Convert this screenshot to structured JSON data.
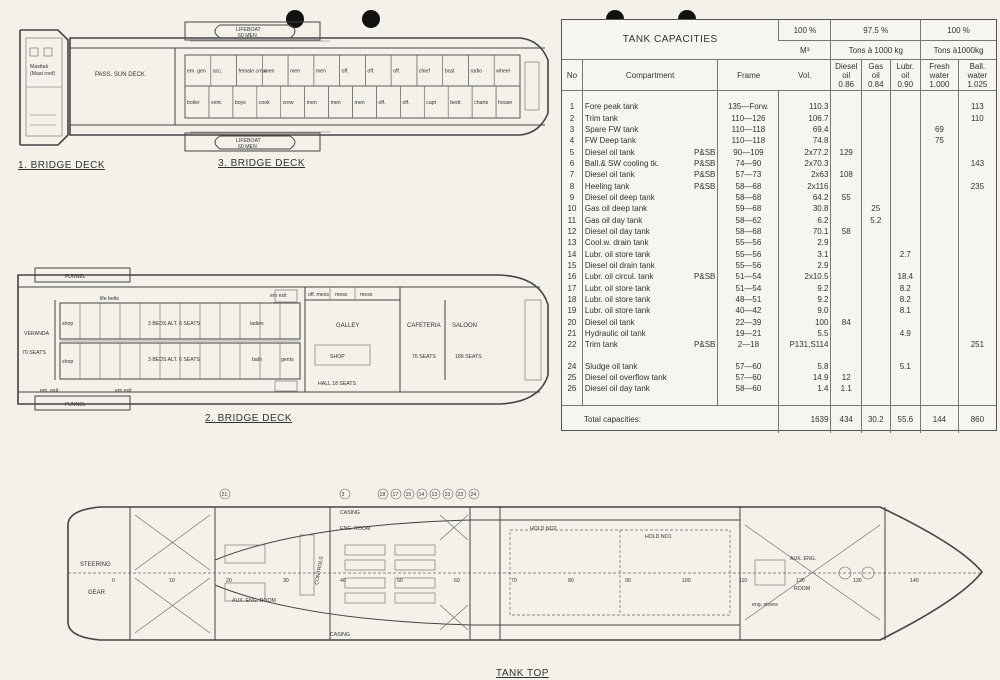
{
  "captions": {
    "bridge1": "1. BRIDGE DECK",
    "bridge3": "3. BRIDGE DECK",
    "bridge2": "2. BRIDGE DECK",
    "tanktop": "TANK TOP"
  },
  "deck3": {
    "lifeboat_top": "LIFEBOAT",
    "lifeboat_top_men": "60 MEN",
    "lifeboat_bot": "LIFEBOAT",
    "lifeboat_bot_men": "60 MEN",
    "sun_deck": "PASS. SUN DECK",
    "rooms_top": [
      "em. gen",
      "acc.",
      "female crew",
      "men",
      "men",
      "men",
      "off.",
      "off.",
      "off.",
      "chief",
      "bost",
      "radio",
      "wheel"
    ],
    "rooms_bot": [
      "boiler",
      "vent.",
      "boys",
      "cook",
      "crew",
      "men",
      "men",
      "men",
      "off.",
      "off.",
      "capt",
      "bedr.",
      "charts",
      "house"
    ],
    "deck1_text": [
      "Masttak",
      "(Mast roof)"
    ]
  },
  "deck2": {
    "funnel_top": "FUNNEL",
    "funnel_bot": "FUNNEL",
    "life_belts": "life belts",
    "em_exit_top": "em exit",
    "em_exit_bot1": "em. exit",
    "em_exit_bot2": "em exit",
    "veranda": "VERANDA",
    "seats70": "70 SEATS",
    "shop_top": "shop",
    "shop_bot": "shop",
    "beds_top": "3 BEDS ALT. 6 SEATS",
    "beds_bot": "3 BEDS ALT. 6 SEATS",
    "ladies": "ladies",
    "bath": "bath",
    "gents": "gents",
    "mess1": "off. mess",
    "mess2": "mess",
    "mess3": "mess",
    "galley": "GALLEY",
    "shop_mid": "SHOP",
    "hall": "HALL 18 SEATS",
    "cafeteria": "CAFETERIA",
    "seats76": "76 SEATS",
    "saloon": "SALOON",
    "seats189": "189 SEATS"
  },
  "tanktop": {
    "steering": "STEERING",
    "gear": "GEAR",
    "aux_eng_room": "AUX. ENG. ROOM",
    "casing_top": "CASING",
    "casing_bot": "CASING",
    "eng_room": "ENG. ROOM",
    "controls": "CONTROLS",
    "hold2": "HOLD NO2",
    "hold1": "HOLD NO1",
    "aux_eng": "AUX. ENG.",
    "room": "ROOM",
    "eng_stores": "eng. stores",
    "callouts_top": [
      "21",
      "3",
      "18",
      "17",
      "15",
      "14",
      "13",
      "23",
      "23",
      "24"
    ],
    "frame_marks": [
      "0",
      "10",
      "20",
      "30",
      "40",
      "50",
      "60",
      "70",
      "80",
      "90",
      "100",
      "110",
      "120",
      "130",
      "140"
    ]
  },
  "table": {
    "title": "TANK CAPACITIES",
    "h_pct_100a": "100 %",
    "h_pct_975": "97.5 %",
    "h_pct_100b": "100 %",
    "h_m3": "M³",
    "h_tons1": "Tons à 1000 kg",
    "h_tons2": "Tons à1000kg",
    "h_vol": "Vol.",
    "h_diesel": [
      "Diesel",
      "oil",
      "0.86"
    ],
    "h_gas": [
      "Gas",
      "oil",
      "0.84"
    ],
    "h_lubr": [
      "Lubr.",
      "oil",
      "0.90"
    ],
    "h_fresh": [
      "Fresh",
      "water",
      "1.000"
    ],
    "h_ball": [
      "Ball.",
      "water",
      "1.025"
    ],
    "h_no": "No",
    "h_comp": "Compartment",
    "h_frame": "Frame",
    "rows": [
      {
        "no": "1",
        "comp": "Fore peak tank",
        "side": "",
        "frame": "135—Forw.",
        "vol": "110.3",
        "diesel": "",
        "gas": "",
        "lubr": "",
        "fresh": "",
        "ball": "113"
      },
      {
        "no": "2",
        "comp": "Trim tank",
        "side": "",
        "frame": "110—126",
        "vol": "106.7",
        "diesel": "",
        "gas": "",
        "lubr": "",
        "fresh": "",
        "ball": "110"
      },
      {
        "no": "3",
        "comp": "Spare FW tank",
        "side": "",
        "frame": "110—118",
        "vol": "69.4",
        "diesel": "",
        "gas": "",
        "lubr": "",
        "fresh": "69",
        "ball": ""
      },
      {
        "no": "4",
        "comp": "FW Deep tank",
        "side": "",
        "frame": "110—118",
        "vol": "74.8",
        "diesel": "",
        "gas": "",
        "lubr": "",
        "fresh": "75",
        "ball": ""
      },
      {
        "no": "5",
        "comp": "Diesel oil tank",
        "side": "P&SB",
        "frame": "90—109",
        "vol": "2x77.2",
        "diesel": "129",
        "gas": "",
        "lubr": "",
        "fresh": "",
        "ball": ""
      },
      {
        "no": "6",
        "comp": "Ball.& SW cooling tk.",
        "side": "P&SB",
        "frame": "74—90",
        "vol": "2x70.3",
        "diesel": "",
        "gas": "",
        "lubr": "",
        "fresh": "",
        "ball": "143"
      },
      {
        "no": "7",
        "comp": "Diesel oil tank",
        "side": "P&SB",
        "frame": "57—73",
        "vol": "2x63",
        "diesel": "108",
        "gas": "",
        "lubr": "",
        "fresh": "",
        "ball": ""
      },
      {
        "no": "8",
        "comp": "Heeling tank",
        "side": "P&SB",
        "frame": "58—68",
        "vol": "2x116",
        "diesel": "",
        "gas": "",
        "lubr": "",
        "fresh": "",
        "ball": "235"
      },
      {
        "no": "9",
        "comp": "Diesel oil deep tank",
        "side": "",
        "frame": "58—68",
        "vol": "64.2",
        "diesel": "55",
        "gas": "",
        "lubr": "",
        "fresh": "",
        "ball": ""
      },
      {
        "no": "10",
        "comp": "Gas oil deep tank",
        "side": "",
        "frame": "59—68",
        "vol": "30.8",
        "diesel": "",
        "gas": "25",
        "lubr": "",
        "fresh": "",
        "ball": ""
      },
      {
        "no": "11",
        "comp": "Gas oil day tank",
        "side": "",
        "frame": "58—62",
        "vol": "6.2",
        "diesel": "",
        "gas": "5.2",
        "lubr": "",
        "fresh": "",
        "ball": ""
      },
      {
        "no": "12",
        "comp": "Diesel oil day tank",
        "side": "",
        "frame": "58—68",
        "vol": "70.1",
        "diesel": "58",
        "gas": "",
        "lubr": "",
        "fresh": "",
        "ball": ""
      },
      {
        "no": "13",
        "comp": "Cool.w. drain tank",
        "side": "",
        "frame": "55—56",
        "vol": "2.9",
        "diesel": "",
        "gas": "",
        "lubr": "",
        "fresh": "",
        "ball": ""
      },
      {
        "no": "14",
        "comp": "Lubr. oil store tank",
        "side": "",
        "frame": "55—56",
        "vol": "3.1",
        "diesel": "",
        "gas": "",
        "lubr": "2.7",
        "fresh": "",
        "ball": ""
      },
      {
        "no": "15",
        "comp": "Diesel oil drain tank",
        "side": "",
        "frame": "55—56",
        "vol": "2.9",
        "diesel": "",
        "gas": "",
        "lubr": "",
        "fresh": "",
        "ball": ""
      },
      {
        "no": "16",
        "comp": "Lubr. oil circul. tank",
        "side": "P&SB",
        "frame": "51—54",
        "vol": "2x10.5",
        "diesel": "",
        "gas": "",
        "lubr": "18.4",
        "fresh": "",
        "ball": ""
      },
      {
        "no": "17",
        "comp": "Lubr. oil store tank",
        "side": "",
        "frame": "51—54",
        "vol": "9.2",
        "diesel": "",
        "gas": "",
        "lubr": "8.2",
        "fresh": "",
        "ball": ""
      },
      {
        "no": "18",
        "comp": "Lubr. oil store tank",
        "side": "",
        "frame": "48—51",
        "vol": "9.2",
        "diesel": "",
        "gas": "",
        "lubr": "8.2",
        "fresh": "",
        "ball": ""
      },
      {
        "no": "19",
        "comp": "Lubr. oil store tank",
        "side": "",
        "frame": "40—42",
        "vol": "9.0",
        "diesel": "",
        "gas": "",
        "lubr": "8.1",
        "fresh": "",
        "ball": ""
      },
      {
        "no": "20",
        "comp": "Diesel oil tank",
        "side": "",
        "frame": "22—39",
        "vol": "100",
        "diesel": "84",
        "gas": "",
        "lubr": "",
        "fresh": "",
        "ball": ""
      },
      {
        "no": "21",
        "comp": "Hydraulic oil tank",
        "side": "",
        "frame": "19—21",
        "vol": "5.5",
        "diesel": "",
        "gas": "",
        "lubr": "4.9",
        "fresh": "",
        "ball": ""
      },
      {
        "no": "22",
        "comp": "Trim tank",
        "side": "P&SB",
        "frame": "2—18",
        "vol": "P131,S114",
        "diesel": "",
        "gas": "",
        "lubr": "",
        "fresh": "",
        "ball": "251"
      },
      {
        "no": "24",
        "comp": "Sludge oil tank",
        "side": "",
        "frame": "57—60",
        "vol": "5.8",
        "diesel": "",
        "gas": "",
        "lubr": "5.1",
        "fresh": "",
        "ball": ""
      },
      {
        "no": "25",
        "comp": "Diesel oil overflow tank",
        "side": "",
        "frame": "57—60",
        "vol": "14.9",
        "diesel": "12",
        "gas": "",
        "lubr": "",
        "fresh": "",
        "ball": ""
      },
      {
        "no": "26",
        "comp": "Diesel oil day tank",
        "side": "",
        "frame": "58—60",
        "vol": "1.4",
        "diesel": "1.1",
        "gas": "",
        "lubr": "",
        "fresh": "",
        "ball": ""
      }
    ],
    "total_label": "Total capacities:",
    "totals": {
      "vol": "1639",
      "diesel": "434",
      "gas": "30.2",
      "lubr": "55.6",
      "fresh": "144",
      "ball": "860"
    }
  }
}
